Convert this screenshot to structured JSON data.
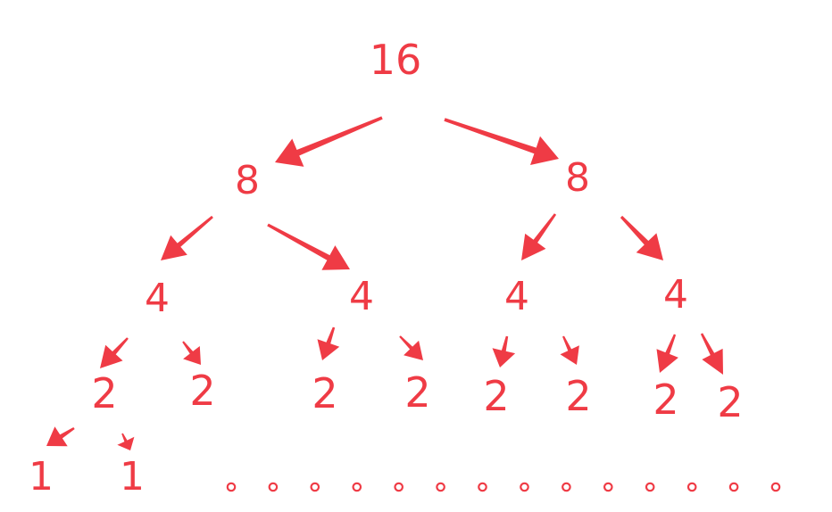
{
  "accent_color": "#ef3b45",
  "tree": {
    "root": "16",
    "level1": [
      "8",
      "8"
    ],
    "level2": [
      "4",
      "4",
      "4",
      "4"
    ],
    "level3": [
      "2",
      "2",
      "2",
      "2",
      "2",
      "2",
      "2",
      "2"
    ],
    "level4": [
      "1",
      "1"
    ]
  },
  "ellipsis_dot_count": 14
}
